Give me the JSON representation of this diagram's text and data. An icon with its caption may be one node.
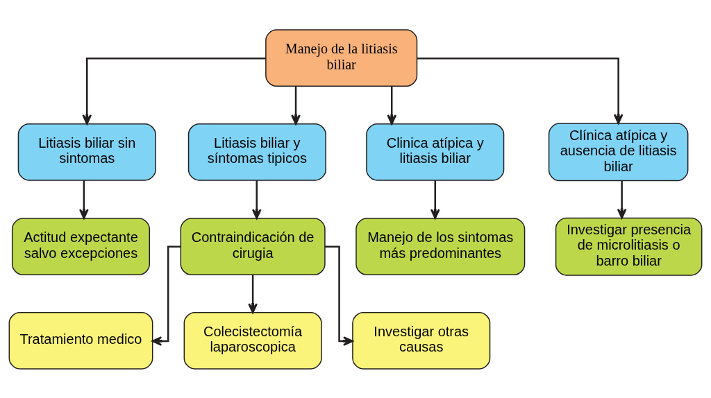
{
  "diagram": {
    "nodes": [
      {
        "text": [
          "Manejo de la litiasis biliar"
        ]
      },
      {
        "text": [
          "Litiasis biliar sin sintomas"
        ]
      },
      {
        "text": [
          "Litiasis biliar y síntomas tipicos"
        ]
      },
      {
        "text": [
          "Clinica atípica y litiasis biliar"
        ]
      },
      {
        "text": [
          "Clínica atípica y ausencia de litiasis biliar"
        ]
      },
      {
        "text": [
          "Actitud expectante salvo excepciones"
        ]
      },
      {
        "text": [
          "Contraindicación de cirugia"
        ]
      },
      {
        "text": [
          "Manejo de los sintomas más predominantes"
        ]
      },
      {
        "text": [
          "Investigar presencia de microlitiasis o barro biliar"
        ]
      },
      {
        "text": [
          "Tratamiento medico"
        ]
      },
      {
        "text": [
          "Colecistectomía laparoscopica"
        ]
      },
      {
        "text": [
          "Investigar otras causas"
        ]
      }
    ],
    "edges": [
      {
        "from": 0,
        "to": 1,
        "arrow": "to"
      },
      {
        "from": 0,
        "to": 2,
        "arrow": "to"
      },
      {
        "from": 0,
        "to": 3,
        "arrow": "to"
      },
      {
        "from": 0,
        "to": 4,
        "arrow": "to"
      },
      {
        "from": 1,
        "to": 5,
        "arrow": "to"
      },
      {
        "from": 2,
        "to": 6,
        "arrow": "to"
      },
      {
        "from": 3,
        "to": 7,
        "arrow": "to"
      },
      {
        "from": 4,
        "to": 8,
        "arrow": "to"
      },
      {
        "from": 6,
        "to": 9,
        "arrow": "to"
      },
      {
        "from": 6,
        "to": 10,
        "arrow": "to"
      },
      {
        "from": 6,
        "to": 11,
        "arrow": "to"
      }
    ]
  }
}
